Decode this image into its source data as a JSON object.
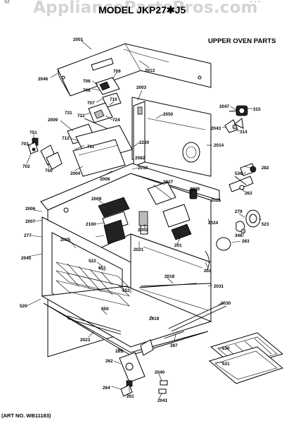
{
  "watermark": "AppliancePartsPros.com",
  "header": {
    "top_left_fragment": "M",
    "top_right_fragment": "- - -",
    "model_title": "MODEL JKP27✱J5",
    "section_title": "UPPER OVEN PARTS"
  },
  "footer": {
    "art_number": "(ART NO. WB11183)"
  },
  "part_labels": {
    "p2001": "2001",
    "p2046": "2046",
    "p709": "709",
    "p2013": "2013",
    "p2003": "2003",
    "p706": "706",
    "p708": "708",
    "p707": "707",
    "p710": "710",
    "p722": "722",
    "p731": "731",
    "p2009": "2009",
    "p724": "724",
    "p2050": "2050",
    "p2047": "2047",
    "p315": "315",
    "p2043": "2043",
    "p314": "314",
    "p751": "751",
    "p703": "703",
    "p702": "702",
    "p712": "712",
    "p711": "711",
    "p750": "750",
    "p2004": "2004",
    "p2220": "2220",
    "p2014": "2014",
    "p2008": "2008",
    "p2010": "2010",
    "p2082": "2082",
    "p536": "536",
    "p282": "282",
    "p2027": "2027",
    "p2026": "2026",
    "p2025": "2025",
    "p263": "263",
    "p2006": "2006",
    "p2007": "2007",
    "p2009b": "2009",
    "p2100": "2100",
    "p279": "279",
    "p523": "523",
    "p277": "277",
    "p2002": "2002",
    "p2024": "2024",
    "p283": "283",
    "p348": "348",
    "p2045": "2045",
    "p2005": "2005",
    "p2021": "2021",
    "p201": "201",
    "p202": "202",
    "p522": "522",
    "p651": "651",
    "p652": "652",
    "p2018": "2018",
    "p2031": "2031",
    "p520": "520",
    "p2030": "2030",
    "p650": "650",
    "p2019": "2019",
    "p2023": "2023",
    "p285": "285",
    "p287": "287",
    "p530": "530",
    "p531": "531",
    "p262": "262",
    "p2040": "2040",
    "p264": "264",
    "p261": "261",
    "p2041": "2041"
  }
}
